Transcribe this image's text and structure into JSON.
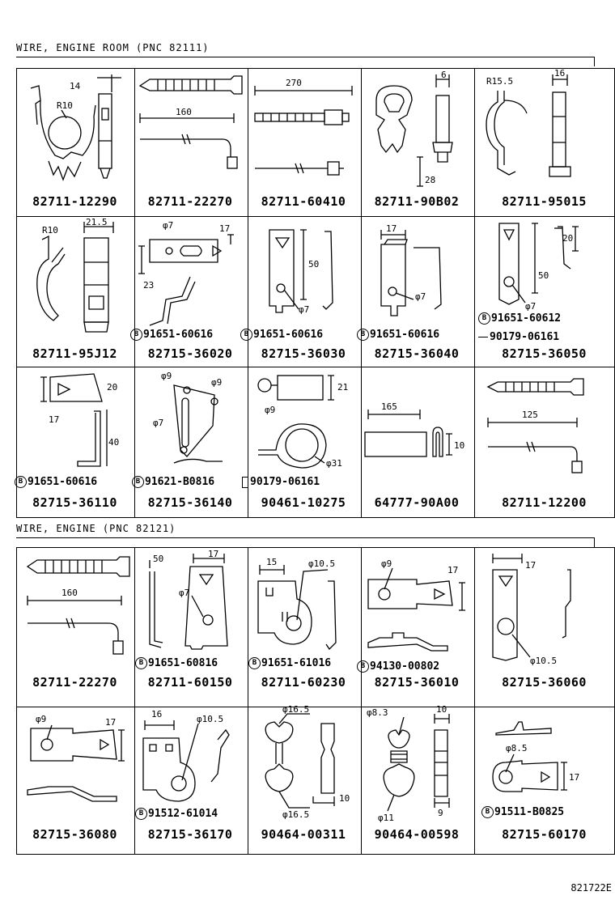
{
  "sections": [
    {
      "title": "WIRE, ENGINE ROOM  (PNC 82111)"
    },
    {
      "title": "WIRE, ENGINE  (PNC 82121)"
    }
  ],
  "rows": [
    [
      {
        "part": "82711-12290",
        "dims": [
          "14",
          "R10"
        ]
      },
      {
        "part": "82711-22270",
        "dims": [
          "160"
        ]
      },
      {
        "part": "82711-60410",
        "dims": [
          "270"
        ]
      },
      {
        "part": "82711-90B02",
        "dims": [
          "6",
          "28"
        ]
      },
      {
        "part": "82711-95015",
        "dims": [
          "R15.5",
          "16"
        ]
      }
    ],
    [
      {
        "part": "82711-95J12",
        "dims": [
          "R10",
          "21.5"
        ]
      },
      {
        "part": "82715-36020",
        "sub": [
          "91651-60616"
        ],
        "dims": [
          "φ7",
          "17",
          "23"
        ]
      },
      {
        "part": "82715-36030",
        "sub": [
          "91651-60616"
        ],
        "dims": [
          "50",
          "φ7"
        ]
      },
      {
        "part": "82715-36040",
        "sub": [
          "91651-60616"
        ],
        "dims": [
          "17",
          "φ7"
        ]
      },
      {
        "part": "82715-36050",
        "sub": [
          "91651-60612",
          "90179-06161"
        ],
        "dims": [
          "20",
          "50",
          "φ7"
        ]
      }
    ],
    [
      {
        "part": "82715-36110",
        "sub": [
          "91651-60616"
        ],
        "dims": [
          "20",
          "17",
          "40"
        ]
      },
      {
        "part": "82715-36140",
        "sub": [
          "91621-B0816"
        ],
        "dims": [
          "φ9",
          "φ9",
          "φ7"
        ]
      },
      {
        "part": "90461-10275",
        "sub": [
          "90179-06161"
        ],
        "dims": [
          "21",
          "φ9",
          "φ31"
        ]
      },
      {
        "part": "64777-90A00",
        "dims": [
          "165",
          "10"
        ]
      },
      {
        "part": "82711-12200",
        "dims": [
          "125"
        ]
      }
    ],
    [
      {
        "part": "82711-22270",
        "dims": [
          "160"
        ]
      },
      {
        "part": "82711-60150",
        "sub": [
          "91651-60816"
        ],
        "dims": [
          "50",
          "17",
          "φ7"
        ]
      },
      {
        "part": "82711-60230",
        "sub": [
          "91651-61016"
        ],
        "dims": [
          "15",
          "φ10.5"
        ]
      },
      {
        "part": "82715-36010",
        "sub": [
          "94130-00802"
        ],
        "dims": [
          "φ9",
          "17"
        ]
      },
      {
        "part": "82715-36060",
        "dims": [
          "17",
          "φ10.5"
        ]
      }
    ],
    [
      {
        "part": "82715-36080",
        "dims": [
          "φ9",
          "17"
        ]
      },
      {
        "part": "82715-36170",
        "sub": [
          "91512-61014"
        ],
        "dims": [
          "16",
          "φ10.5"
        ]
      },
      {
        "part": "90464-00311",
        "dims": [
          "φ16.5",
          "φ16.5",
          "10"
        ]
      },
      {
        "part": "90464-00598",
        "dims": [
          "φ8.3",
          "10",
          "φ11",
          "9"
        ]
      },
      {
        "part": "82715-60170",
        "sub": [
          "91511-B0825"
        ],
        "dims": [
          "φ8.5",
          "17"
        ]
      }
    ]
  ],
  "b_marker": "B",
  "footer": "821722E"
}
